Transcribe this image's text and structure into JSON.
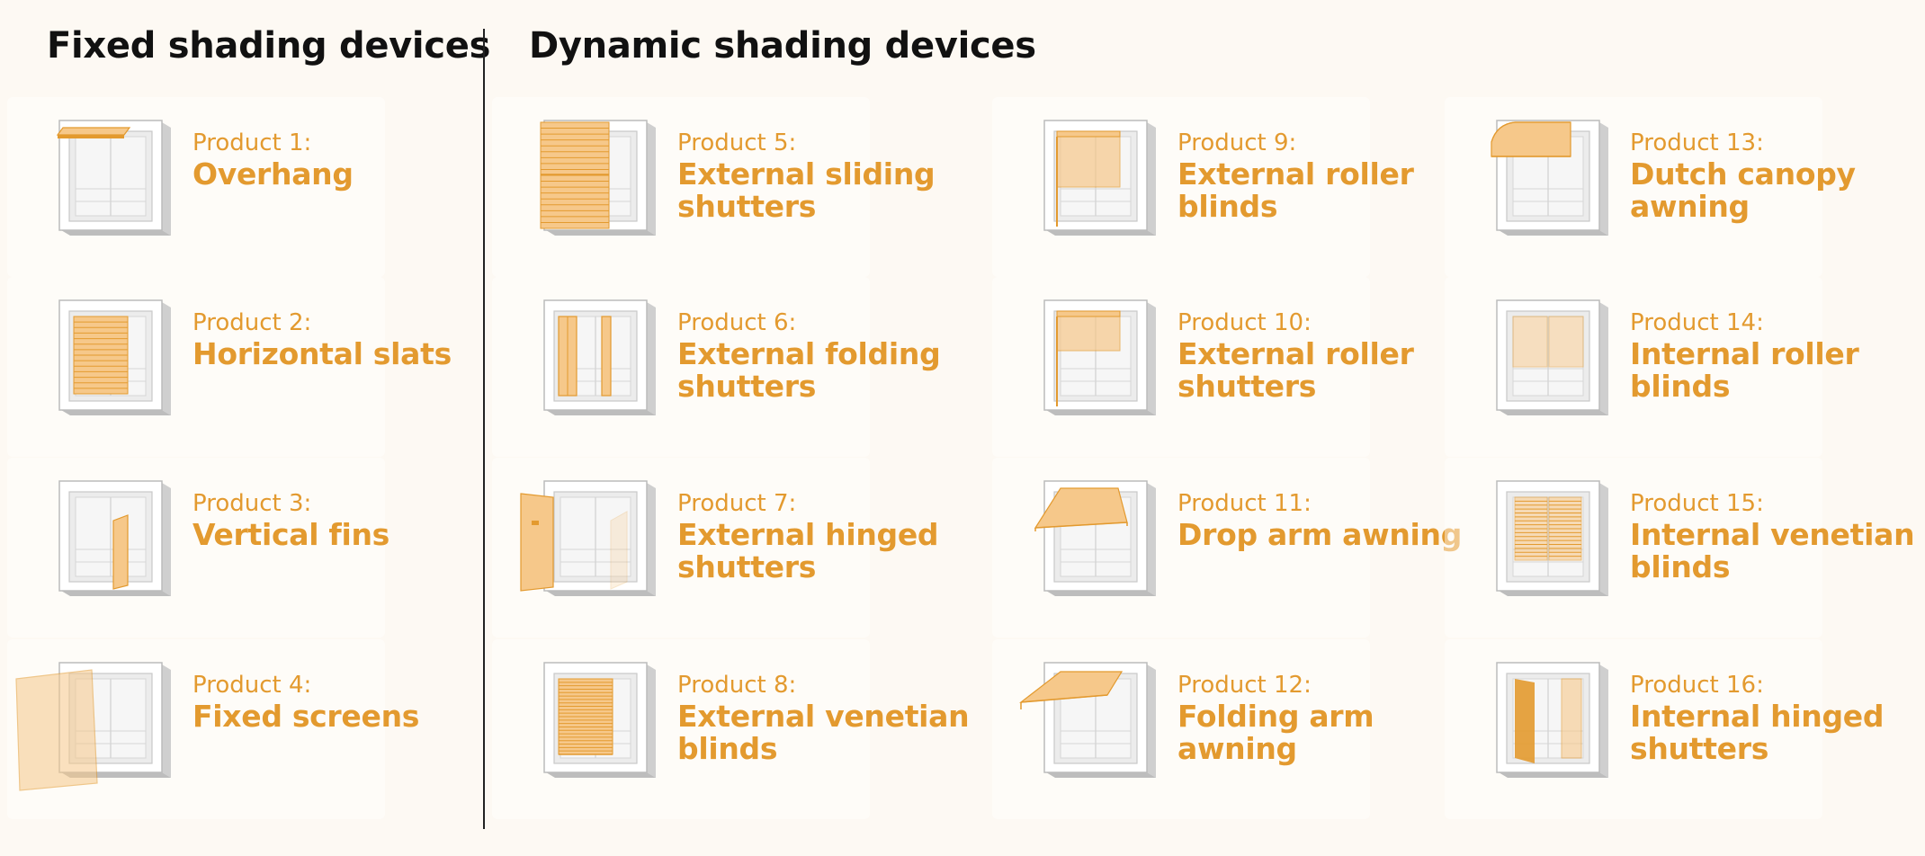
{
  "headings": {
    "fixed": "Fixed shading devices",
    "dynamic": "Dynamic shading devices"
  },
  "colors": {
    "accent": "#e39a2f",
    "shade_fill": "#f6c88a",
    "heading": "#111111",
    "background": "#fdf9f3"
  },
  "products": [
    {
      "number": "Product 1:",
      "name_lines": [
        "Overhang"
      ],
      "icon": "overhang-icon"
    },
    {
      "number": "Product 2:",
      "name_lines": [
        "Horizontal slats"
      ],
      "icon": "horizontal-slats-icon"
    },
    {
      "number": "Product 3:",
      "name_lines": [
        "Vertical fins"
      ],
      "icon": "vertical-fins-icon"
    },
    {
      "number": "Product 4:",
      "name_lines": [
        "Fixed screens"
      ],
      "icon": "fixed-screens-icon"
    },
    {
      "number": "Product 5:",
      "name_lines": [
        "External sliding",
        "shutters"
      ],
      "icon": "external-sliding-shutters-icon"
    },
    {
      "number": "Product 6:",
      "name_lines": [
        "External folding",
        "shutters"
      ],
      "icon": "external-folding-shutters-icon"
    },
    {
      "number": "Product 7:",
      "name_lines": [
        "External hinged",
        "shutters"
      ],
      "icon": "external-hinged-shutters-icon"
    },
    {
      "number": "Product 8:",
      "name_lines": [
        "External venetian",
        "blinds"
      ],
      "icon": "external-venetian-blinds-icon"
    },
    {
      "number": "Product 9:",
      "name_lines": [
        "External roller",
        "blinds"
      ],
      "icon": "external-roller-blinds-icon"
    },
    {
      "number": "Product 10:",
      "name_lines": [
        "External roller",
        "shutters"
      ],
      "icon": "external-roller-shutters-icon"
    },
    {
      "number": "Product 11:",
      "name_lines": [
        "Drop arm awning"
      ],
      "icon": "drop-arm-awning-icon"
    },
    {
      "number": "Product 12:",
      "name_lines": [
        "Folding arm",
        "awning"
      ],
      "icon": "folding-arm-awning-icon"
    },
    {
      "number": "Product 13:",
      "name_lines": [
        "Dutch canopy",
        "awning"
      ],
      "icon": "dutch-canopy-awning-icon"
    },
    {
      "number": "Product 14:",
      "name_lines": [
        "Internal roller",
        "blinds"
      ],
      "icon": "internal-roller-blinds-icon"
    },
    {
      "number": "Product 15:",
      "name_lines": [
        "Internal venetian",
        "blinds"
      ],
      "icon": "internal-venetian-blinds-icon"
    },
    {
      "number": "Product 16:",
      "name_lines": [
        "Internal hinged",
        "shutters"
      ],
      "icon": "internal-hinged-shutters-icon"
    }
  ]
}
